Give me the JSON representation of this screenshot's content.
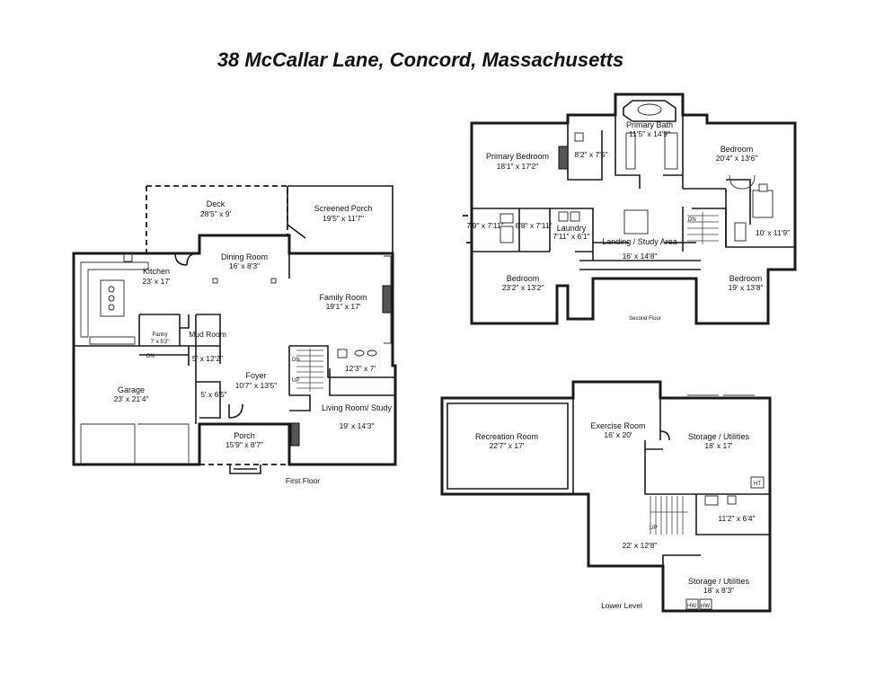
{
  "title": "38 McCallar Lane, Concord, Massachusetts",
  "floors": {
    "first": {
      "label": "First Floor",
      "rooms": [
        {
          "name": "Deck",
          "dims": "28'5\" x 9'"
        },
        {
          "name": "Screened Porch",
          "dims": "19'5\" x 11'7\""
        },
        {
          "name": "Dining Room",
          "dims": "16' x 8'3\""
        },
        {
          "name": "Kitchen",
          "dims": "23' x 17'"
        },
        {
          "name": "Family Room",
          "dims": "19'1\" x 17'"
        },
        {
          "name": "Pantry",
          "dims": "7' x 5'2\""
        },
        {
          "name": "Mud Room",
          "dims": "5' x 12'2\""
        },
        {
          "name": "Garage",
          "dims": "23' x 21'4\""
        },
        {
          "name": "Foyer",
          "dims": "10'7\" x 13'5\""
        },
        {
          "name": "",
          "dims": "12'3\" x 7'"
        },
        {
          "name": "",
          "dims": "5' x 6'5\""
        },
        {
          "name": "Living Room/ Study",
          "dims": "19' x 14'3\""
        },
        {
          "name": "Porch",
          "dims": "15'9\" x 8'7\""
        }
      ],
      "stair_labels": {
        "down": "DN",
        "dn2": "DN",
        "up": "UP"
      }
    },
    "second": {
      "label": "Second Floor",
      "rooms": [
        {
          "name": "Primary Bath",
          "dims": "11'5\" x 14'9\""
        },
        {
          "name": "Primary Bedroom",
          "dims": "18'1\" x 17'2\""
        },
        {
          "name": "",
          "dims": "8'2\" x 7'5\""
        },
        {
          "name": "Bedroom",
          "dims": "20'4\" x 13'6\""
        },
        {
          "name": "",
          "dims": "7'9\" x 7'11\""
        },
        {
          "name": "",
          "dims": "6'8\" x 7'11\""
        },
        {
          "name": "Laundry",
          "dims": "7'11\" x 6'1\""
        },
        {
          "name": "Landing / Study Area",
          "dims": "16' x 14'8\""
        },
        {
          "name": "",
          "dims": "10' x 11'9\""
        },
        {
          "name": "Bedroom",
          "dims": "23'2\" x 13'2\""
        },
        {
          "name": "Bedroom",
          "dims": "19' x 13'8\""
        }
      ],
      "stair_labels": {
        "down": "DN"
      }
    },
    "lower": {
      "label": "Lower Level",
      "rooms": [
        {
          "name": "Recreation Room",
          "dims": "22'7\" x 17'"
        },
        {
          "name": "Exercise Room",
          "dims": "16' x 20'"
        },
        {
          "name": "Storage / Utilities",
          "dims": "18' x 17'"
        },
        {
          "name": "",
          "dims": "11'2\" x 6'4\""
        },
        {
          "name": "",
          "dims": "22' x 12'8\""
        },
        {
          "name": "Storage / Utilities",
          "dims": "18' x 8'3\""
        }
      ],
      "equipment": {
        "ht": "HT",
        "hw1": "HW",
        "hw2": "HW"
      },
      "stair_labels": {
        "up": "UP"
      }
    }
  }
}
